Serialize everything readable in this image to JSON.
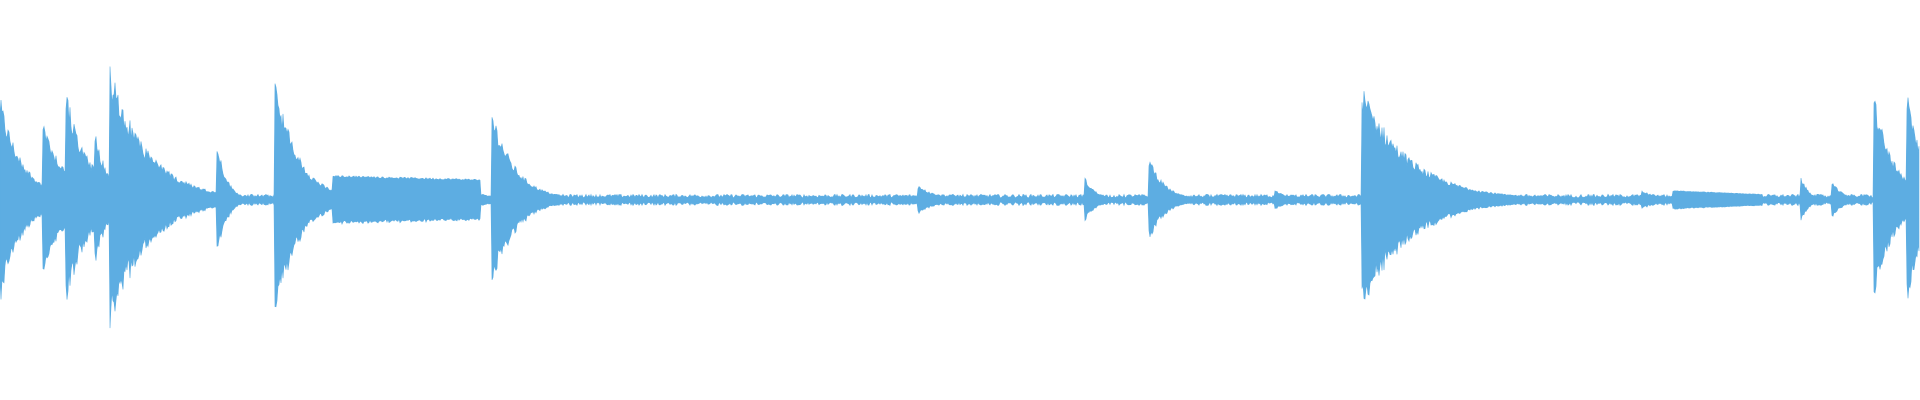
{
  "waveform": {
    "color": "#5dade2",
    "background": "#ffffff",
    "baseline_amplitude": 0.012,
    "noise_amplitude": 0.018,
    "transients": [
      {
        "t": 0.0,
        "peak": 0.55,
        "decay": 0.012
      },
      {
        "t": 0.01,
        "peak": 0.22,
        "decay": 0.008
      },
      {
        "t": 0.022,
        "peak": 0.45,
        "decay": 0.012
      },
      {
        "t": 0.034,
        "peak": 0.6,
        "decay": 0.012
      },
      {
        "t": 0.049,
        "peak": 0.38,
        "decay": 0.008
      },
      {
        "t": 0.057,
        "peak": 0.72,
        "decay": 0.02
      },
      {
        "t": 0.082,
        "peak": 0.15,
        "decay": 0.004
      },
      {
        "t": 0.113,
        "peak": 0.33,
        "decay": 0.005
      },
      {
        "t": 0.143,
        "peak": 0.68,
        "decay": 0.012
      },
      {
        "t": 0.256,
        "peak": 0.5,
        "decay": 0.012
      },
      {
        "t": 0.478,
        "peak": 0.08,
        "decay": 0.01
      },
      {
        "t": 0.565,
        "peak": 0.12,
        "decay": 0.006
      },
      {
        "t": 0.598,
        "peak": 0.25,
        "decay": 0.008
      },
      {
        "t": 0.664,
        "peak": 0.06,
        "decay": 0.006
      },
      {
        "t": 0.709,
        "peak": 0.62,
        "decay": 0.025
      },
      {
        "t": 0.855,
        "peak": 0.05,
        "decay": 0.01
      },
      {
        "t": 0.938,
        "peak": 0.13,
        "decay": 0.004
      },
      {
        "t": 0.954,
        "peak": 0.1,
        "decay": 0.006
      },
      {
        "t": 0.976,
        "peak": 0.58,
        "decay": 0.01
      },
      {
        "t": 0.993,
        "peak": 0.6,
        "decay": 0.01
      }
    ],
    "sustains": [
      {
        "start": 0.173,
        "end": 0.25,
        "level": 0.13,
        "taper": 0.11
      },
      {
        "start": 0.871,
        "end": 0.918,
        "level": 0.05,
        "taper": 0.03
      }
    ]
  }
}
